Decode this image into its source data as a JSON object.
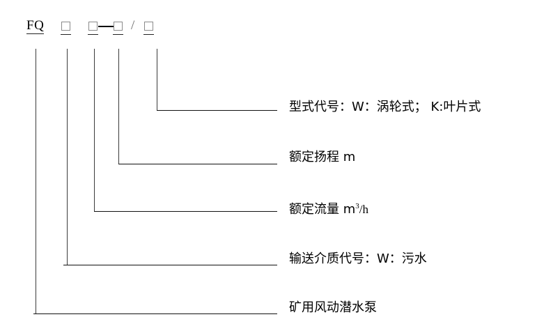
{
  "model_code": {
    "prefix": "FQ",
    "slash": "/",
    "boxes": [
      "box-1",
      "box-2",
      "box-3",
      "box-4"
    ]
  },
  "labels": [
    {
      "id": "type-code",
      "text": "型式代号：W：涡轮式； K:叶片式"
    },
    {
      "id": "rated-head",
      "text": "额定扬程 m"
    },
    {
      "id": "rated-flow",
      "text_prefix": "额定流量 m",
      "text_sup": "3",
      "text_suffix": "/h"
    },
    {
      "id": "medium-code",
      "text": "输送介质代号：W：污水"
    },
    {
      "id": "product-name",
      "text": "矿用风动潜水泵"
    }
  ],
  "colors": {
    "line": "#111111",
    "text": "#000000",
    "box_border": "#8a8a8a",
    "background": "#ffffff"
  }
}
